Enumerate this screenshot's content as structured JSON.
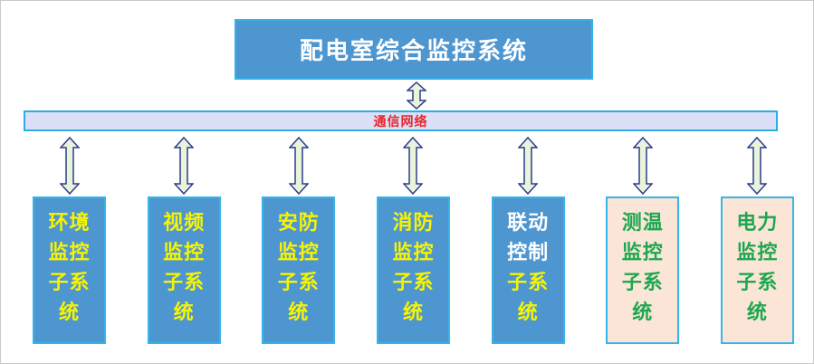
{
  "title": "配电室综合监控系统",
  "network": {
    "label": "通信网络"
  },
  "icons": {
    "connector": "double-headed-vertical-arrow"
  },
  "subsystems": [
    {
      "name": "environment",
      "label": "环境监控子系统",
      "theme": "blue",
      "lines": [
        {
          "t": "环境",
          "c": "yellow"
        },
        {
          "t": "监控",
          "c": "yellow"
        },
        {
          "t": "子系",
          "c": "yellow"
        },
        {
          "t": "统",
          "c": "yellow"
        }
      ]
    },
    {
      "name": "video",
      "label": "视频监控子系统",
      "theme": "blue",
      "lines": [
        {
          "t": "视频",
          "c": "yellow"
        },
        {
          "t": "监控",
          "c": "yellow"
        },
        {
          "t": "子系",
          "c": "yellow"
        },
        {
          "t": "统",
          "c": "yellow"
        }
      ]
    },
    {
      "name": "security",
      "label": "安防监控子系统",
      "theme": "blue",
      "lines": [
        {
          "t": "安防",
          "c": "yellow"
        },
        {
          "t": "监控",
          "c": "yellow"
        },
        {
          "t": "子系",
          "c": "yellow"
        },
        {
          "t": "统",
          "c": "yellow"
        }
      ]
    },
    {
      "name": "fire",
      "label": "消防监控子系统",
      "theme": "blue",
      "lines": [
        {
          "t": "消防",
          "c": "yellow"
        },
        {
          "t": "监控",
          "c": "yellow"
        },
        {
          "t": "子系",
          "c": "yellow"
        },
        {
          "t": "统",
          "c": "yellow"
        }
      ]
    },
    {
      "name": "linkage-control",
      "label": "联动控制子系统",
      "theme": "blue",
      "lines": [
        {
          "t": "联动",
          "c": "white"
        },
        {
          "t": "控制",
          "c": "white"
        },
        {
          "t": "子系",
          "c": "yellow"
        },
        {
          "t": "统",
          "c": "yellow"
        }
      ]
    },
    {
      "name": "temperature",
      "label": "测温监控子系统",
      "theme": "peach",
      "lines": [
        {
          "t": "测温",
          "c": "green"
        },
        {
          "t": "监控",
          "c": "green"
        },
        {
          "t": "子系",
          "c": "green"
        },
        {
          "t": "统",
          "c": "green"
        }
      ]
    },
    {
      "name": "power",
      "label": "电力监控子系统",
      "theme": "peach",
      "lines": [
        {
          "t": "电力",
          "c": "green"
        },
        {
          "t": "监控",
          "c": "green"
        },
        {
          "t": "子系",
          "c": "green"
        },
        {
          "t": "统",
          "c": "green"
        }
      ]
    }
  ],
  "colors": {
    "box_blue": "#4e96d0",
    "box_peach": "#fbe5d6",
    "box_border_cyan": "#35b5ea",
    "bar_fill": "#dbdff7",
    "bar_border": "#2aafe5",
    "text_yellow": "#f8f400",
    "text_green": "#1da751",
    "text_white": "#ffffff",
    "text_red": "#e8252b",
    "arrow_fill": "#eaf4da",
    "arrow_stroke": "#2b3c8f",
    "frame_border": "#c9c9c9"
  }
}
